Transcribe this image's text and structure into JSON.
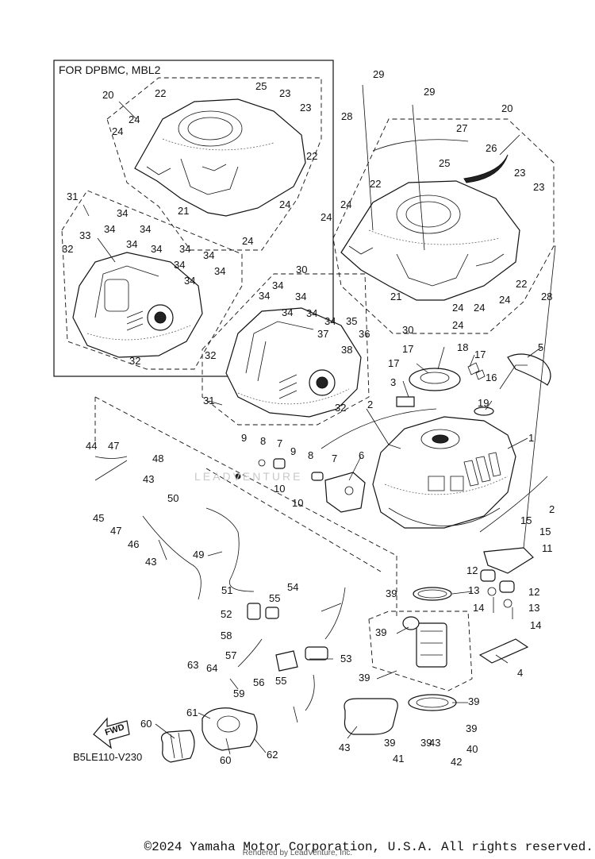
{
  "inset": {
    "title": "FOR DPBMC, MBL2"
  },
  "diagram_code": "B5LE110-V230",
  "fwd_label": "FWD",
  "watermark": "LEADVENTURE",
  "copyright": "©2024 Yamaha Motor Corporation, U.S.A. All rights reserved.",
  "rendered_by": "Rendered by LeadVenture, Inc.",
  "callouts": [
    "1",
    "2",
    "2",
    "3",
    "4",
    "5",
    "6",
    "7",
    "7",
    "8",
    "8",
    "9",
    "9",
    "10",
    "10",
    "11",
    "12",
    "12",
    "13",
    "13",
    "14",
    "14",
    "15",
    "15",
    "16",
    "17",
    "17",
    "17",
    "18",
    "19",
    "20",
    "20",
    "21",
    "21",
    "22",
    "22",
    "22",
    "22",
    "23",
    "23",
    "23",
    "23",
    "24",
    "24",
    "24",
    "24",
    "24",
    "24",
    "24",
    "24",
    "24",
    "24",
    "25",
    "25",
    "26",
    "27",
    "28",
    "28",
    "29",
    "29",
    "30",
    "30",
    "31",
    "31",
    "32",
    "32",
    "32",
    "32",
    "33",
    "34",
    "34",
    "34",
    "34",
    "34",
    "34",
    "34",
    "34",
    "34",
    "34",
    "34",
    "34",
    "34",
    "34",
    "34",
    "34",
    "35",
    "36",
    "37",
    "38",
    "39",
    "39",
    "39",
    "39",
    "39",
    "39",
    "39",
    "40",
    "41",
    "42",
    "43",
    "43",
    "43",
    "43",
    "44",
    "45",
    "46",
    "47",
    "47",
    "48",
    "49",
    "50",
    "51",
    "52",
    "53",
    "54",
    "55",
    "55",
    "56",
    "57",
    "58",
    "59",
    "60",
    "60",
    "61",
    "62",
    "63",
    "64"
  ]
}
